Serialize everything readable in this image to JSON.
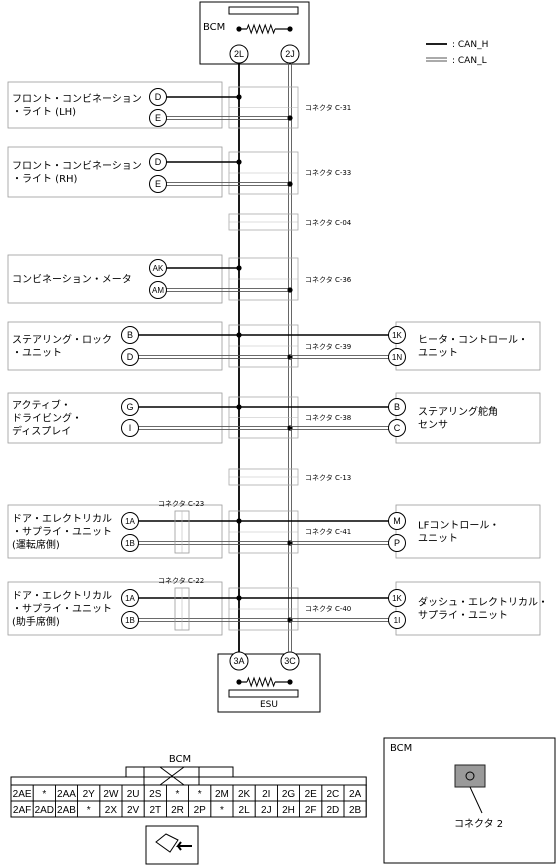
{
  "top": {
    "module": "BCM",
    "pins": [
      "2L",
      "2J"
    ]
  },
  "bottom": {
    "module": "ESU",
    "pins": [
      "3A",
      "3C"
    ]
  },
  "legend": {
    "items": [
      {
        "label": ": CAN_H",
        "style": "solid"
      },
      {
        "label": ": CAN_L",
        "style": "double"
      }
    ]
  },
  "rows": [
    {
      "connector": "コネクタ C-31",
      "left": {
        "lines": [
          "フロント・コンビネーション",
          "・ライト (LH)"
        ],
        "pins": [
          "D",
          "E"
        ]
      }
    },
    {
      "connector": "コネクタ C-33",
      "left": {
        "lines": [
          "フロント・コンビネーション",
          "・ライト (RH)"
        ],
        "pins": [
          "D",
          "E"
        ]
      }
    },
    {
      "connector": "コネクタ C-04"
    },
    {
      "connector": "コネクタ C-36",
      "left": {
        "lines": [
          "コンビネーション・メータ"
        ],
        "pins": [
          "AK",
          "AM"
        ]
      }
    },
    {
      "connector": "コネクタ C-39",
      "left": {
        "lines": [
          "ステアリング・ロック",
          "・ユニット"
        ],
        "pins": [
          "B",
          "D"
        ]
      },
      "right": {
        "lines": [
          "ヒータ・コントロール・",
          "ユニット"
        ],
        "pins": [
          "1K",
          "1N"
        ]
      }
    },
    {
      "connector": "コネクタ C-38",
      "left": {
        "lines": [
          "アクティブ・",
          "ドライビング・",
          "ディスプレイ"
        ],
        "pins": [
          "G",
          "I"
        ]
      },
      "right": {
        "lines": [
          "ステアリング舵角",
          "センサ"
        ],
        "pins": [
          "B",
          "C"
        ]
      }
    },
    {
      "connector": "コネクタ C-13"
    },
    {
      "connector": "コネクタ C-41",
      "left_connector": "コネクタ C-23",
      "left": {
        "lines": [
          "ドア・エレクトリカル",
          "・サプライ・ユニット",
          "(運転席側)"
        ],
        "pins": [
          "1A",
          "1B"
        ]
      },
      "right": {
        "lines": [
          "LFコントロール・",
          "ユニット"
        ],
        "pins": [
          "M",
          "P"
        ]
      }
    },
    {
      "connector": "コネクタ C-40",
      "left_connector": "コネクタ C-22",
      "left": {
        "lines": [
          "ドア・エレクトリカル",
          "・サプライ・ユニット",
          "(助手席側)"
        ],
        "pins": [
          "1A",
          "1B"
        ]
      },
      "right": {
        "lines": [
          "ダッシュ・エレクトリカル・",
          "サプライ・ユニット"
        ],
        "pins": [
          "1K",
          "1I"
        ]
      }
    }
  ],
  "connector_face": {
    "title": "BCM",
    "top_row": [
      "2AE",
      "*",
      "2AA",
      "2Y",
      "2W",
      "2U",
      "2S",
      "*",
      "*",
      "2M",
      "2K",
      "2I",
      "2G",
      "2E",
      "2C",
      "2A"
    ],
    "bottom_row": [
      "2AF",
      "2AD",
      "2AB",
      "*",
      "2X",
      "2V",
      "2T",
      "2R",
      "2P",
      "*",
      "2L",
      "2J",
      "2H",
      "2F",
      "2D",
      "2B"
    ]
  },
  "location": {
    "title": "BCM",
    "callout": "コネクタ 2"
  }
}
